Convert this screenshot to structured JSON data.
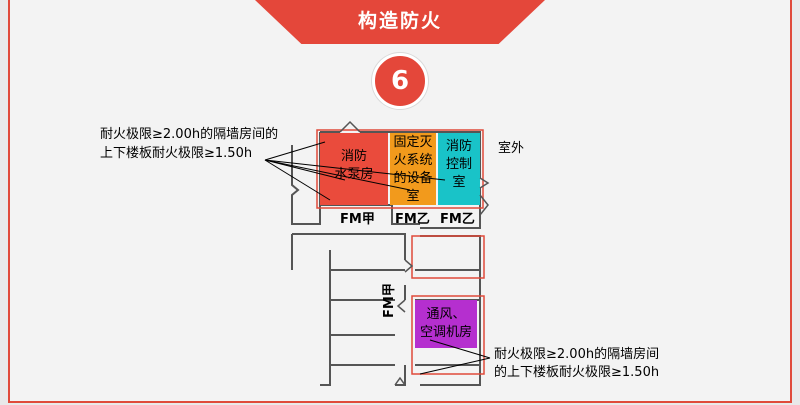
{
  "header": {
    "title": "构造防火",
    "number": "6"
  },
  "annotations": {
    "top_left": {
      "line1": "耐火极限≥2.00h的隔墙房间的",
      "line2": "上下楼板耐火极限≥1.50h"
    },
    "bottom_right": {
      "line1": "耐火极限≥2.00h的隔墙房间",
      "line2": "的上下楼板耐火极限≥1.50h"
    },
    "outside": "室外"
  },
  "rooms": {
    "pump": {
      "line1": "消防",
      "line2": "水泵房",
      "color": "#ea4b3c"
    },
    "fixed": {
      "line1": "固定灭",
      "line2": "火系统",
      "line3": "的设备",
      "line4": "室",
      "color": "#f29a1c"
    },
    "control": {
      "line1": "消防",
      "line2": "控制",
      "line3": "室",
      "color": "#19c3c8"
    },
    "hvac": {
      "line1": "通风、",
      "line2": "空调机房",
      "color": "#b52fcf"
    }
  },
  "doors": {
    "d1": "FM甲",
    "d2": "FM乙",
    "d3": "FM乙",
    "d4": "FM甲"
  }
}
